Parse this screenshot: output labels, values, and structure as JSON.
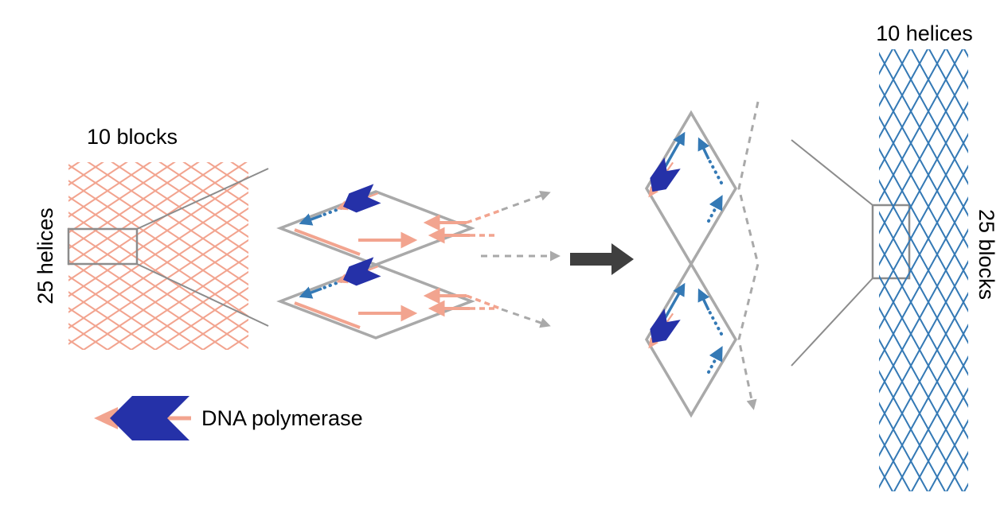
{
  "figure": {
    "left_structure": {
      "top_label": "10 blocks",
      "side_label": "25 helices"
    },
    "right_structure": {
      "top_label": "10 helices",
      "side_label": "25 blocks"
    },
    "legend": {
      "label": "DNA polymerase",
      "icon": "dna-polymerase-icon"
    },
    "process_arrow_icon": "right-arrow-icon"
  },
  "colors": {
    "salmon": "#F2A48F",
    "blue": "#3479B5",
    "navy": "#2531A8",
    "gray": "#A9A9A9",
    "zoom": "#8C8C8C",
    "dark": "#3F3F3F",
    "text": "#000000"
  }
}
